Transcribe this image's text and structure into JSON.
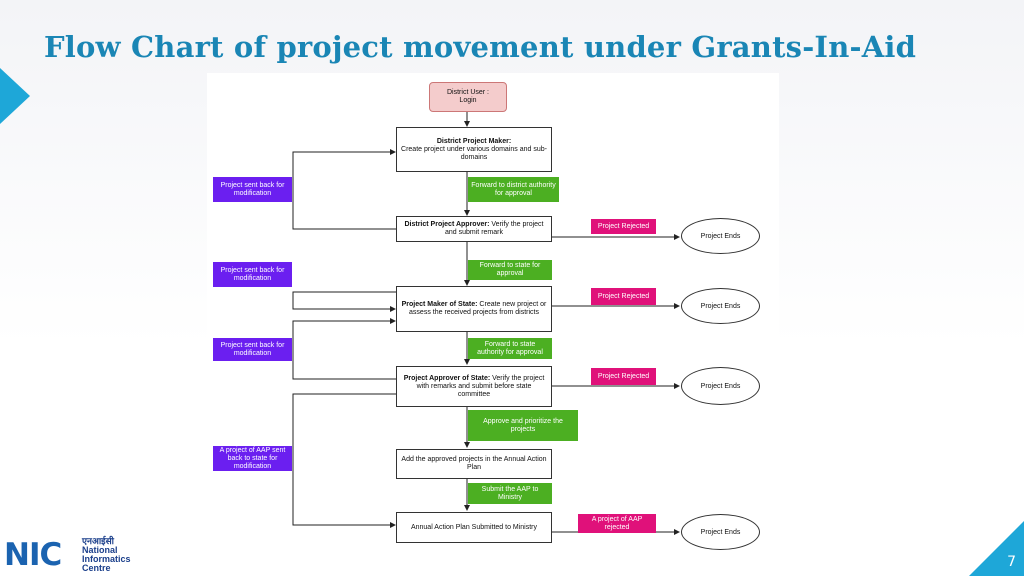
{
  "slide": {
    "title": "Flow Chart of project movement under Grants-In-Aid",
    "page_number": "7"
  },
  "flow": {
    "start": {
      "line1": "District User :",
      "line2": "Login"
    },
    "district_maker": {
      "bold": "District Project Maker:",
      "text": "Create project under various domains and sub-domains"
    },
    "district_approver": {
      "bold": "District Project Approver:",
      "text": " Verify the project and submit remark"
    },
    "state_maker": {
      "bold": "Project Maker of State:",
      "text": " Create new project or assess the received projects from districts"
    },
    "state_approver": {
      "bold": "Project Approver of State:",
      "text": " Verify the project with remarks and submit before state committee"
    },
    "add_to_aap": {
      "text": "Add the approved projects in the Annual Action Plan"
    },
    "aap_submitted": {
      "text": "Annual Action Plan Submitted to Ministry"
    },
    "fwd_district": "Forward to district authority for approval",
    "fwd_state": "Forward to state for approval",
    "fwd_state_authority": "Forward to state authority for approval",
    "approve_prioritize": "Approve and prioritize the projects",
    "submit_aap": "Submit the AAP to Ministry",
    "sent_back_1": "Project sent back for modification",
    "sent_back_2": "Project sent back for modification",
    "sent_back_3": "Project sent back for modification",
    "aap_sent_back": "A project of AAP sent back to state for modification",
    "rejected_1": "Project Rejected",
    "rejected_2": "Project Rejected",
    "rejected_3": "Project Rejected",
    "aap_rejected": "A project of AAP rejected",
    "end_1": "Project Ends",
    "end_2": "Project Ends",
    "end_3": "Project Ends",
    "end_4": "Project Ends"
  },
  "logo": {
    "mark": "NIC",
    "hindi": "एनआईसी",
    "line1": "National",
    "line2": "Informatics",
    "line3": "Centre"
  },
  "colors": {
    "title": "#1a86b5",
    "accent": "#1ea7d8",
    "green": "#4caf22",
    "purple": "#6b1ff0",
    "magenta": "#e0117a",
    "start_fill": "#f4cccc"
  }
}
